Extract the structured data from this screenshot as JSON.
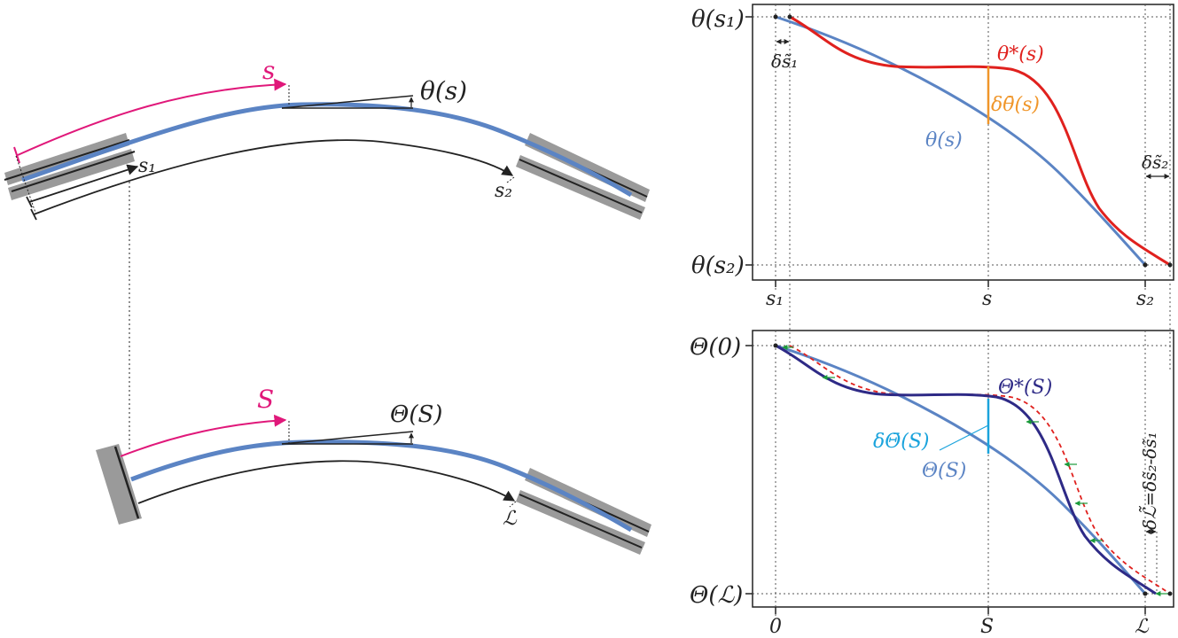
{
  "colors": {
    "rod_blue": "#5b84c4",
    "magenta": "#e0187a",
    "red": "#e0211e",
    "orange": "#f0962a",
    "navy": "#2e2a86",
    "cyan": "#1aa3dc",
    "green": "#1a9a3a",
    "clamp_gray": "#9a9a9a",
    "black": "#222222"
  },
  "left_top": {
    "s_label": "s",
    "theta_label": "θ(s)",
    "s1_label": "s₁",
    "s2_label": "s₂"
  },
  "left_bottom": {
    "S_label": "S",
    "Theta_label": "Θ(S)",
    "L_label": "ℒ"
  },
  "plot_top": {
    "y_top_label": "θ(s₁)",
    "y_bottom_label": "θ(s₂)",
    "x_ticks": [
      "s₁",
      "s",
      "s₂"
    ],
    "curve_star_label": "θ*(s)",
    "delta_label": "δθ̄(s)",
    "curve_label": "θ(s)",
    "ds1_label": "δs̃₁",
    "ds2_label": "δs̃₂"
  },
  "plot_bottom": {
    "y_top_label": "Θ(0)",
    "y_bottom_label": "Θ(ℒ)",
    "x_ticks": [
      "0",
      "S",
      "ℒ"
    ],
    "curve_star_label": "Θ*(S)",
    "delta_label": "δΘ̄(S)",
    "curve_label": "Θ(S)",
    "dL_label": "δℒ̃=δs̃₂-δs̃₁"
  }
}
